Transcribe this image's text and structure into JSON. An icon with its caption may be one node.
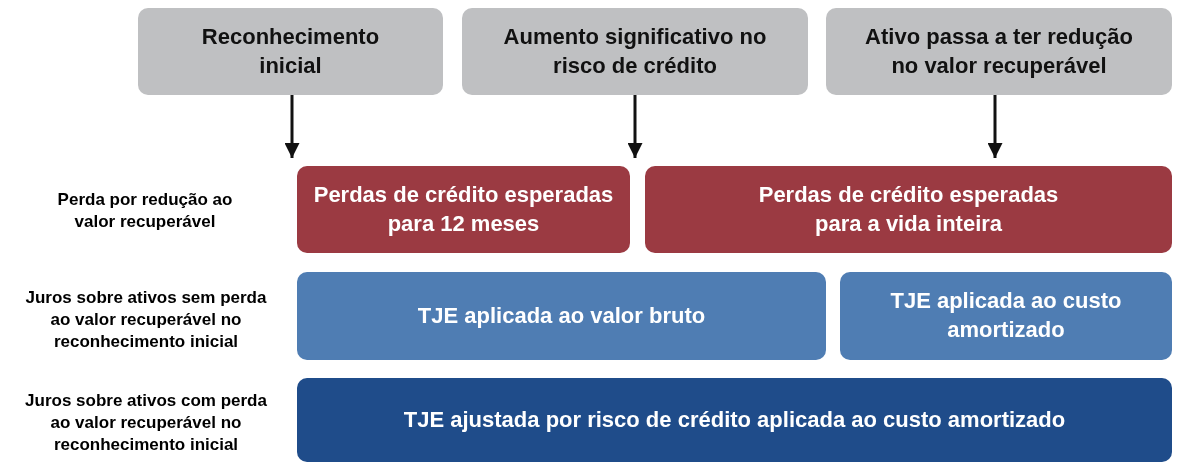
{
  "diagram": {
    "nodes": [
      {
        "text": [
          "Reconhecimento inicial"
        ]
      },
      {
        "text": [
          "Aumento significativo no risco de crédito"
        ]
      },
      {
        "text": [
          "Ativo passa a ter redução no valor recuperável"
        ]
      },
      {
        "text": [
          "Perdas de crédito esperadas para 12 meses"
        ]
      },
      {
        "text": [
          "Perdas de crédito esperadas para a vida inteira"
        ]
      },
      {
        "text": [
          "TJE aplicada ao valor bruto"
        ]
      },
      {
        "text": [
          "TJE aplicada ao custo amortizado"
        ]
      },
      {
        "text": [
          "TJE ajustada por risco de crédito aplicada ao custo amortizado"
        ]
      }
    ],
    "edges": [
      {
        "from": 0,
        "to": 3,
        "arrow": "to"
      },
      {
        "from": 1,
        "to": 3,
        "arrow": "to"
      },
      {
        "from": 2,
        "to": 4,
        "arrow": "to"
      }
    ],
    "labels": [
      "Perda por redução ao valor recuperável",
      "Juros sobre ativos sem perda ao valor recuperável no reconhecimento inicial",
      "Juros sobre ativos com perda ao valor recuperável no reconhecimento inicial"
    ]
  }
}
